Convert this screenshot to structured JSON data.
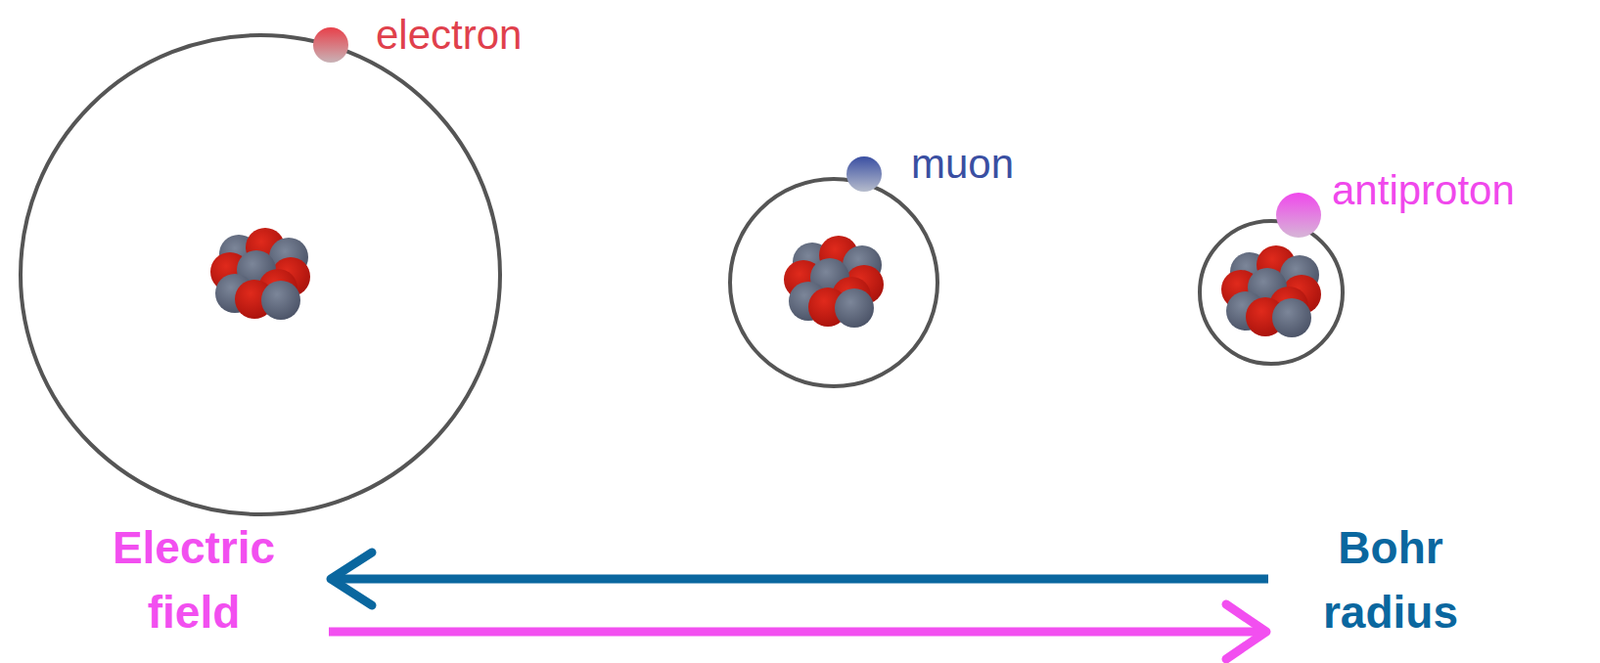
{
  "diagram": {
    "labels": [
      "electron",
      "muon",
      "antiproton",
      "Electric field",
      "Bohr radius"
    ]
  }
}
